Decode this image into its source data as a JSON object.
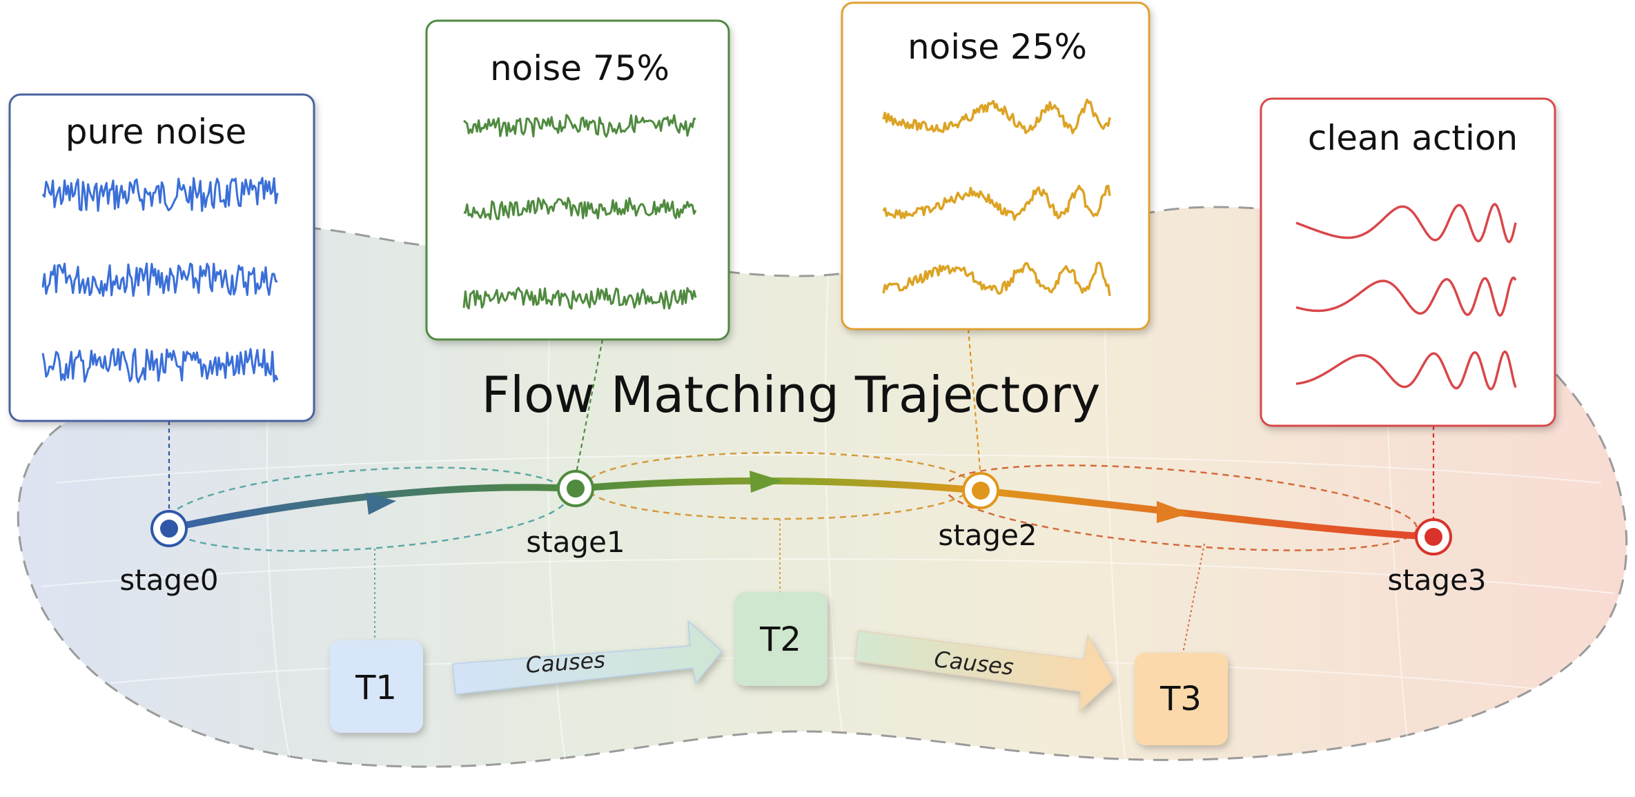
{
  "title": "Flow Matching Trajectory",
  "colors": {
    "stage0": "#2f57a8",
    "stage1": "#4f8a3f",
    "stage2": "#e0961c",
    "stage3": "#d9332b",
    "noise_line_blue": "#3a6fd8",
    "noise_line_green": "#4f8a3f",
    "noise_line_orange": "#dca324",
    "noise_line_red": "#d9474a"
  },
  "cards": [
    {
      "label": "pure noise",
      "color": "#4a62a0",
      "noise_level": 1.0
    },
    {
      "label": "noise 75%",
      "color": "#4f8a3f",
      "noise_level": 0.75
    },
    {
      "label": "noise 25%",
      "color": "#e0a030",
      "noise_level": 0.25
    },
    {
      "label": "clean action",
      "color": "#d9474a",
      "noise_level": 0.0
    }
  ],
  "stages": [
    {
      "label": "stage0",
      "color": "#2f57a8"
    },
    {
      "label": "stage1",
      "color": "#4f8a3f"
    },
    {
      "label": "stage2",
      "color": "#e0961c"
    },
    {
      "label": "stage3",
      "color": "#d9332b"
    }
  ],
  "tasks": [
    {
      "label": "T1",
      "fill": "#d8e6fa"
    },
    {
      "label": "T2",
      "fill": "#cfe6cf"
    },
    {
      "label": "T3",
      "fill": "#fcd9aa"
    }
  ],
  "causes": [
    {
      "label": "Causes"
    },
    {
      "label": "Causes"
    }
  ]
}
